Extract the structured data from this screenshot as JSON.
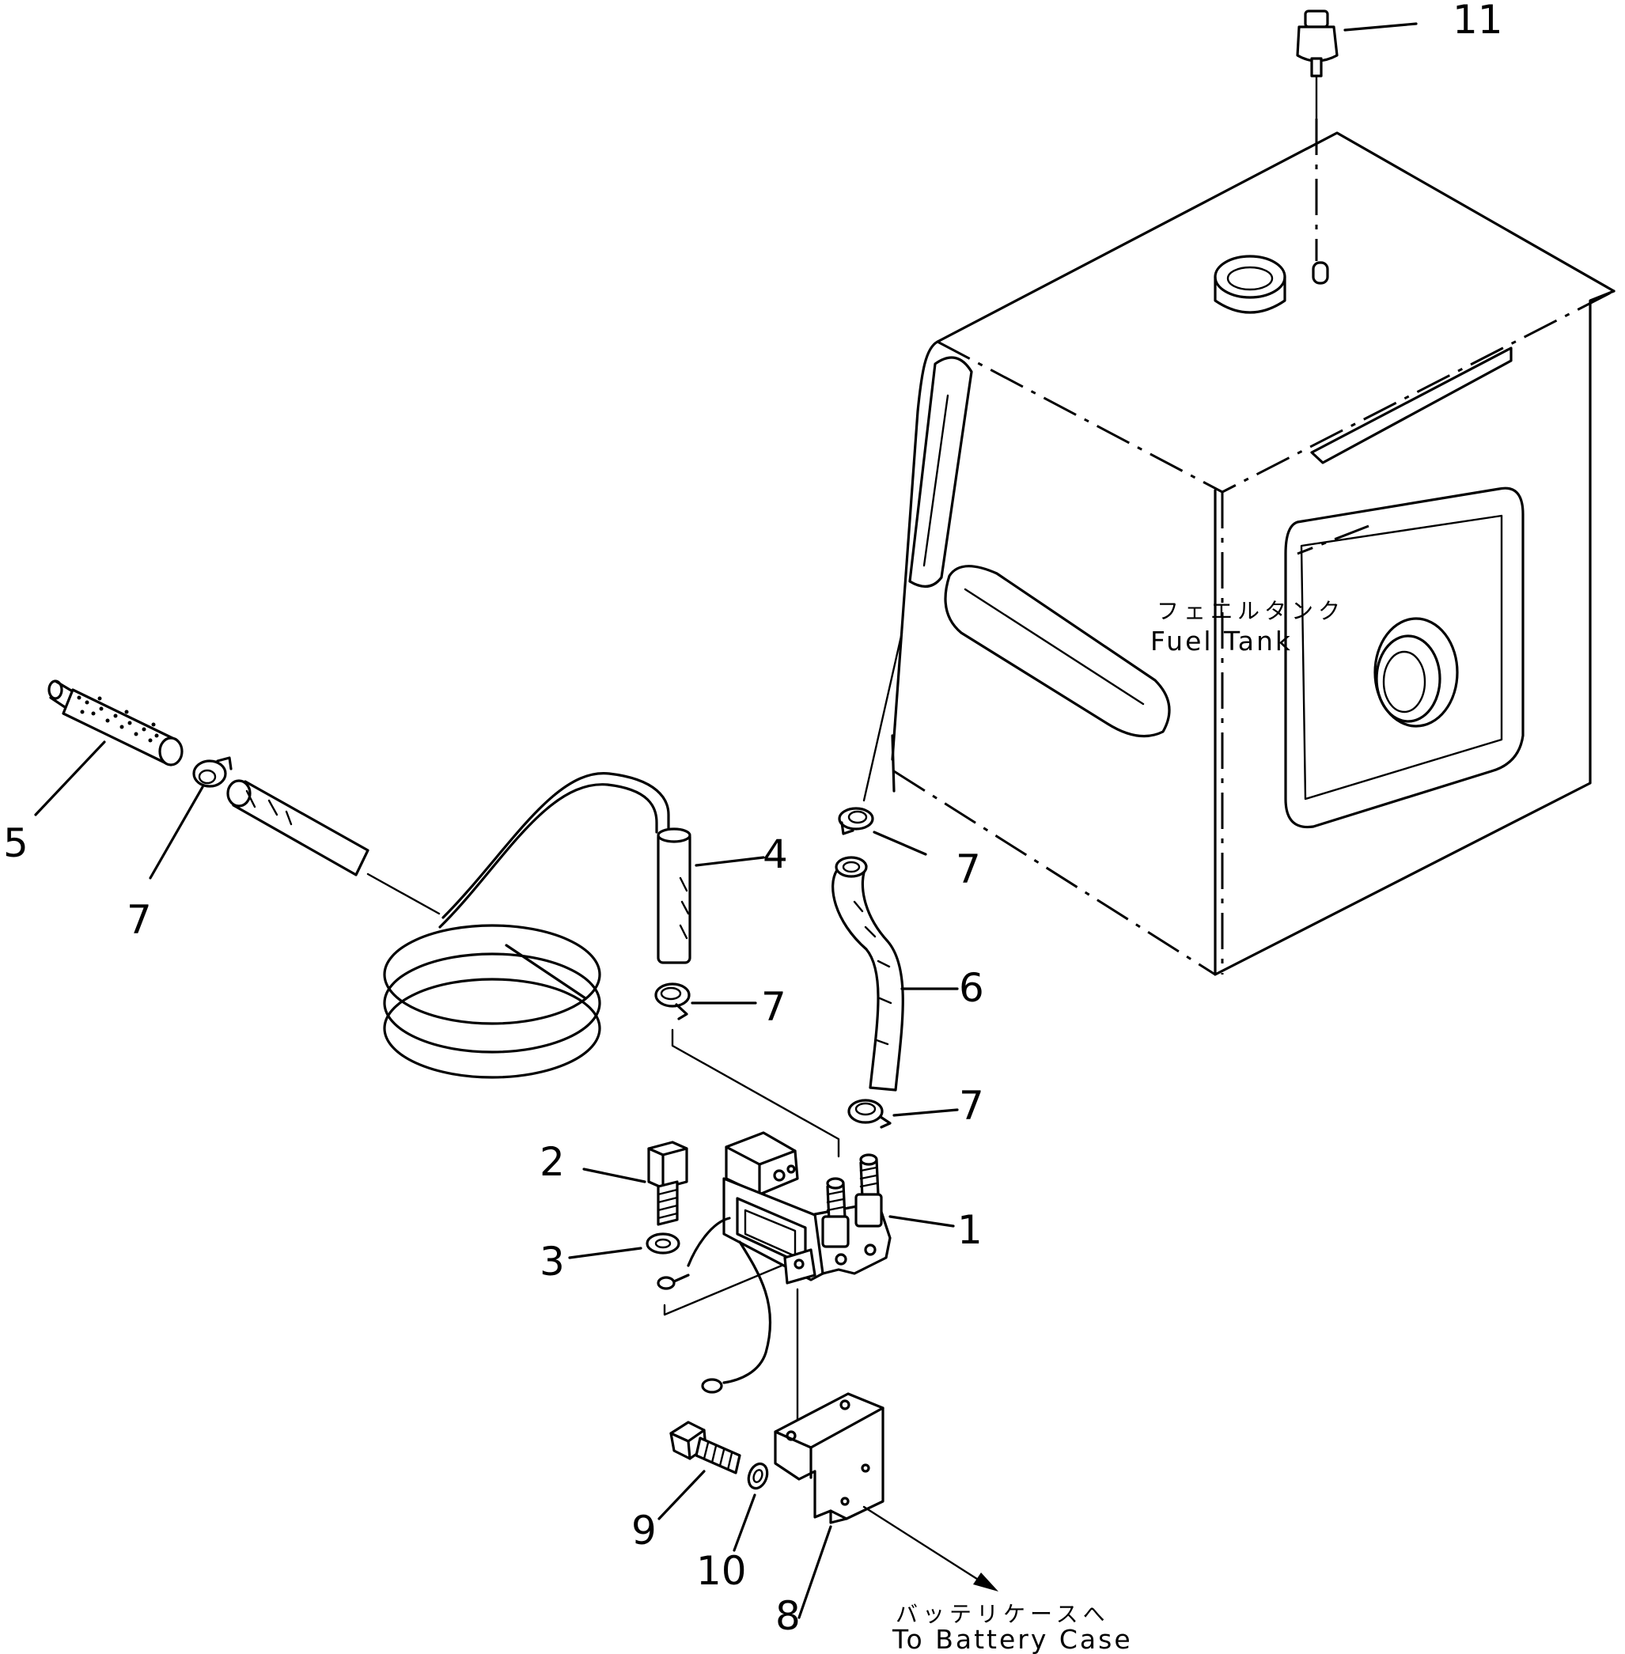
{
  "part_numbers": {
    "p1": "1",
    "p2": "2",
    "p3": "3",
    "p4": "4",
    "p5": "5",
    "p6": "6",
    "p7a": "7",
    "p7b": "7",
    "p7c": "7",
    "p7d": "7",
    "p8": "8",
    "p9": "9",
    "p10": "10",
    "p11": "11"
  },
  "captions": {
    "fuel_tank_jp": "フェエルタンク",
    "fuel_tank_en": "Fuel Tank",
    "battery_jp": "バッテリケースへ",
    "battery_en": "To Battery Case"
  }
}
